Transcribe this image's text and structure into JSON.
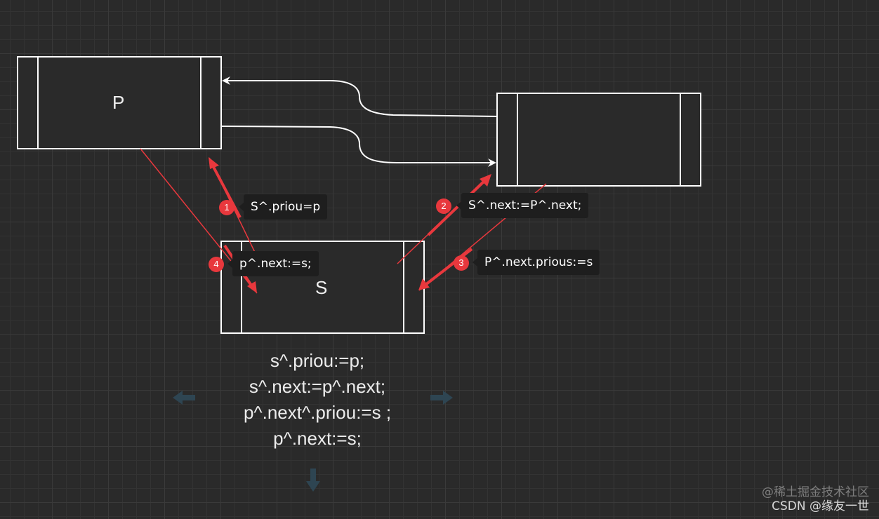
{
  "nodes": {
    "p_label": "P",
    "s_label": "S"
  },
  "steps": [
    {
      "number": "1",
      "text": "S^.priou=p"
    },
    {
      "number": "2",
      "text": "S^.next:=P^.next;"
    },
    {
      "number": "3",
      "text": "P^.next.prious:=s"
    },
    {
      "number": "4",
      "text": "p^.next:=s;"
    }
  ],
  "code_lines": [
    "s^.priou:=p;",
    "s^.next:=p^.next;",
    "p^.next^.priou:=s ;",
    "p^.next:=s;"
  ],
  "watermark": {
    "line1": "@稀土掘金技术社区",
    "line2": "CSDN @缘友一世"
  },
  "colors": {
    "background": "#2a2a2a",
    "box_stroke": "#ffffff",
    "step_arrow": "#e8383d",
    "badge": "#e8383d",
    "hint_arrow": "#2e4552"
  }
}
